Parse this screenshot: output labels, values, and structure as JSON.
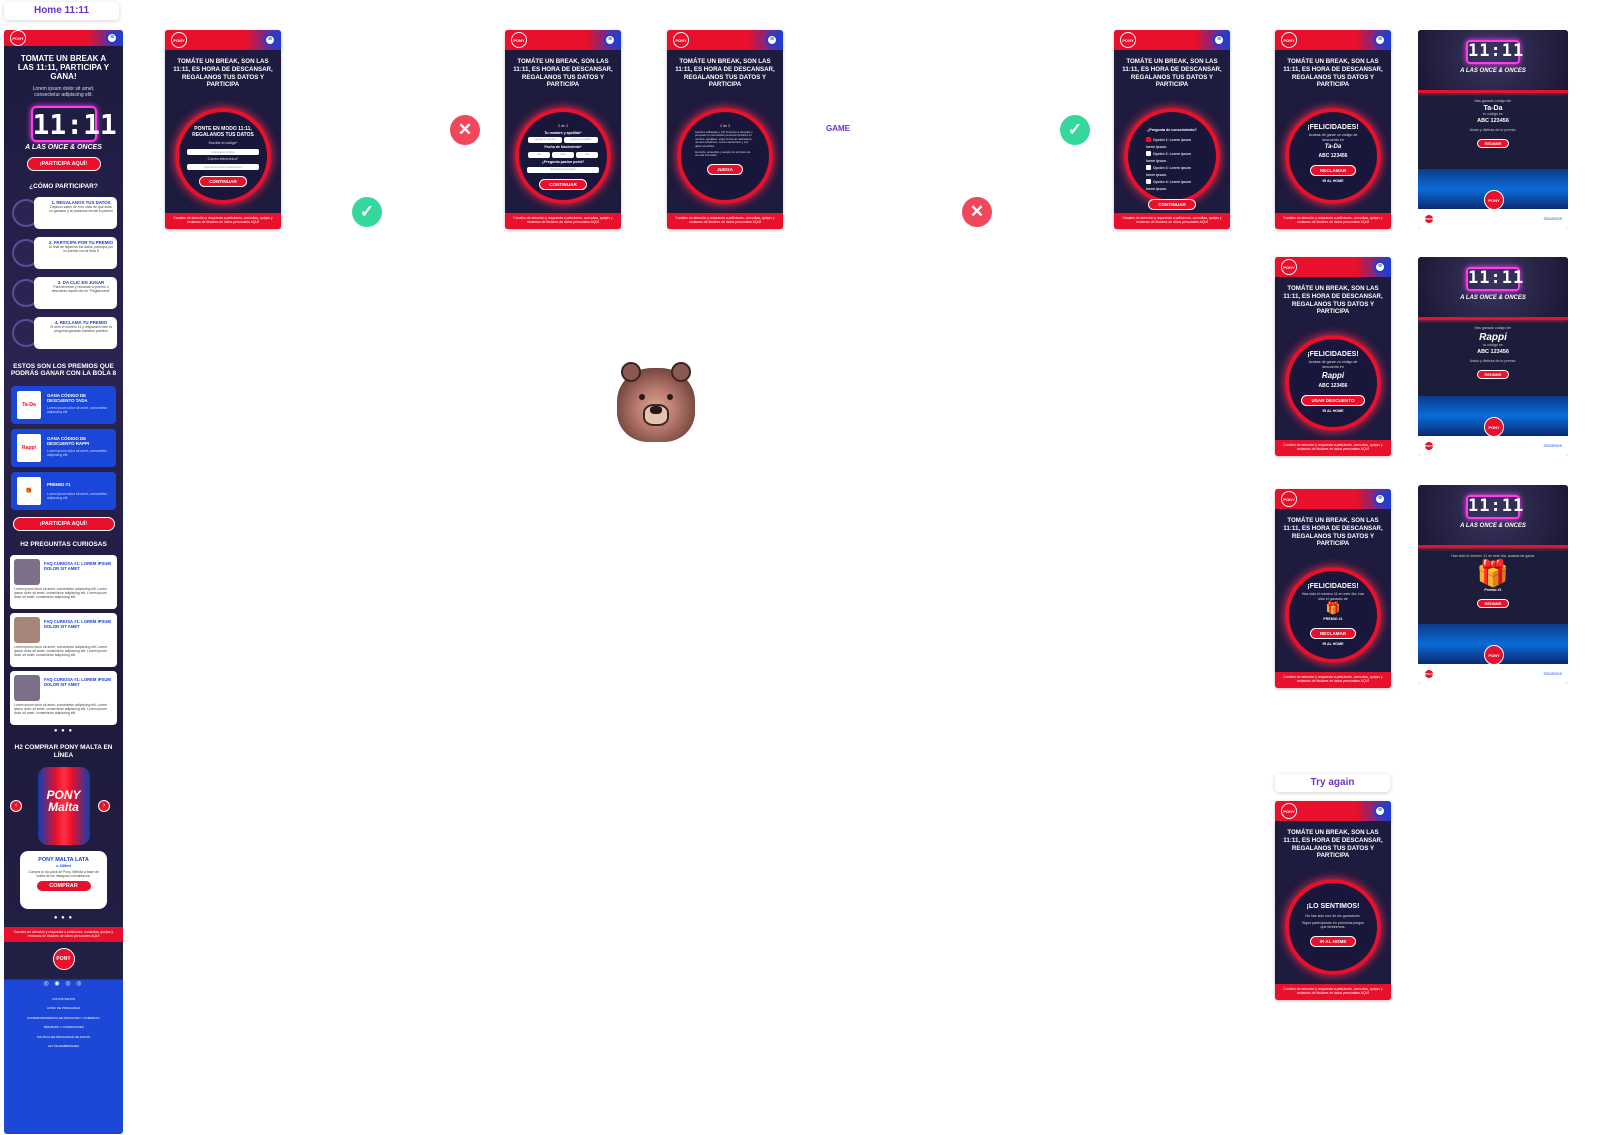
{
  "frames": {
    "home_label": "Home 11:11",
    "try_again_label": "Try again",
    "game_label": "GAME"
  },
  "common": {
    "logo": "PONY",
    "menu_icon": "menu-icon",
    "headline": "TOMÁTE UN BREAK, SON LAS 11:11, ES HORA DE DESCANSAR, REGALANOS TUS DATOS Y PARTICIPA",
    "footer": "Canales de atención y respuesta a peticiones, consultas, quejas y reclamos de titulares de datos personales AQUÍ"
  },
  "home": {
    "title": "TOMATE UN BREAK A LAS 11:11, PARTICIPA Y GANA!",
    "subtitle": "Lorem ipsum dolor sit amet, consectetur adipiscing elit.",
    "clock": "11:11",
    "clock_caption": "A LAS ONCE & ONCES",
    "cta": "¡PARTICIPA AQUÍ!",
    "how_title": "¿CÓMO PARTICIPAR?",
    "steps": [
      {
        "title": "1. REGALANOS TUS DATOS",
        "desc": "Déjanos saber de ti en caso de que seas un ganador y te podamos enviar tu premio"
      },
      {
        "title": "2. PARTICIPA POR TU PREMIO",
        "desc": "Al final de dejarnos tus datos, participa por un premio con la Bola 8"
      },
      {
        "title": "3. DA CLIC EN JUGAR",
        "desc": "Para terminar y reclamar tu premio o descuento dando clic en \"Reglaloneos\""
      },
      {
        "title": "4. RECLAMA TU PREMIO",
        "desc": "Si eres el número 11 y respondes bien la pregunta ganarás nuestros premios"
      }
    ],
    "prizes_title": "ESTOS SON LOS PREMIOS QUE PODRÁS GANAR CON LA BOLA 8",
    "prizes": [
      {
        "title": "GANA CÓDIGO DE DESCUENTO TADA",
        "desc": "Lorem ipsum dolor sit amet, consectetur adipiscing elit.",
        "thumb": "Ta-Da"
      },
      {
        "title": "GANA CÓDIGO DE DESCUENTO RAPPI",
        "desc": "Lorem ipsum dolor sit amet, consectetur adipiscing elit.",
        "thumb": "Rappi"
      },
      {
        "title": "PREMIO #1",
        "desc": "Lorem ipsum dolor sit amet, consectetur adipiscing elit.",
        "thumb": "🎁"
      }
    ],
    "cta2": "¡PARTICIPA AQUÍ!",
    "faq_title": "H2 PREGUNTAS CURIOSAS",
    "faqs": [
      {
        "title": "FAQ CURIOSA #1: LOREM IPSUM DOLOR SIT AMET",
        "desc": "Lorem ipsum dolor sit amet, consectetur adipiscing elit. Lorem ipsum dolor sit amet, consectetur adipiscing elit, Lorem ipsum dolor sit amet, consectetur adipiscing elit."
      },
      {
        "title": "FAQ CURIOSA #1: LOREM IPSUM DOLOR SIT AMET",
        "desc": "Lorem ipsum dolor sit amet, consectetur adipiscing elit. Lorem ipsum dolor sit amet, consectetur adipiscing elit, Lorem ipsum dolor sit amet, consectetur adipiscing elit."
      },
      {
        "title": "FAQ CURIOSA #1: LOREM IPSUM DOLOR SIT AMET",
        "desc": "Lorem ipsum dolor sit amet, consectetur adipiscing elit. Lorem ipsum dolor sit amet, consectetur adipiscing elit, Lorem ipsum dolor sit amet, consectetur adipiscing elit."
      }
    ],
    "buy_title": "H2 COMPRAR PONY MALTA EN LÍNEA",
    "can_label": "PONY Malta",
    "product_name": "PONY MALTA LATA",
    "product_size": "x 330ml",
    "product_desc": "Compra tu six-pack de Pony. Bebida a base de malta de los halagoes colombianos.",
    "buy_button": "COMPRAR",
    "footer": "Canales de atención y respuesta a peticiones, consultas, quejas y reclamos de titulares de datos personales AQUÍ",
    "footer_links": [
      "CONTÁCTENOS",
      "AVISO DE PRIVACIDAD",
      "SUPERINTENDENCIA DE INDUSTRIA Y COMERCIO",
      "TÉRMINOS Y CONDICIONES",
      "POLÍTICA DE PRIVACIDAD DE DATOS",
      "LEY DE EMBRIAGUEZ"
    ]
  },
  "screens": {
    "form1": {
      "title": "PONTE EN MODO 11:11, REGALANOS TUS DATOS",
      "code_label": "Escribe el código*",
      "code_placeholder": "Ingresa tu código",
      "email_label": "Correo electrónico*",
      "email_placeholder": "Ingresa tu correo electrónico",
      "button": "CONTINUAR"
    },
    "form2": {
      "step": "2 de 3",
      "name_label": "Tu nombre y apellido*",
      "name_ph": "Ingresa tu nombre",
      "last_ph": "Ingresa tu apellido",
      "birth_label": "Fecha de Nacimiento*",
      "day": "Día",
      "month": "Mes",
      "year": "Año",
      "passion_label": "¿Pregunta pasion point?",
      "passion_ph": "Selecciona una opción",
      "button": "CONTINUAR"
    },
    "form3": {
      "step": "3 de 3",
      "terms": "Autorizo a Bavaria y CN Ventures a recopilar y procesar mi información personal incluidos mi nombre, apellidos, edad, fecha de nacimiento, número telefónico, correo electrónico y sus datos sensibles",
      "terms2": "He leído, entendido y acepto los términos de uso del micrositio.",
      "button": "JUEGA"
    },
    "quiz": {
      "title": "¿Pregunta de conocimiento?",
      "options": [
        "Opción 1: Lorem ipsum lorem ipsum.",
        "Opción 2: Lorem ipsum lorem ipsum.",
        "Opción 3: Lorem ipsum lorem ipsum.",
        "Opción 4: Lorem ipsum lorem ipsum."
      ],
      "button": "CONTINUAR"
    },
    "win_tada": {
      "title": "¡FELICIDADES!",
      "sub": "Acabas de ganar un código de descuento en",
      "brand": "Ta-Da",
      "code": "ABC 123456",
      "button": "RECLAMAR",
      "link": "IR AL HOME"
    },
    "win_rappi": {
      "title": "¡FELICIDADES!",
      "sub": "Acabas de ganar un código de descuento en",
      "brand": "Rappi",
      "code": "ABC 123456",
      "button": "USAR DESCUENTO",
      "link": "IR AL HOME"
    },
    "win_prize": {
      "title": "¡FELICIDADES!",
      "sub": "Has sido el número 11 en este día, has sido el ganador de",
      "brand": "PREMIO #1",
      "button": "RECLAMAR",
      "link": "IR AL HOME"
    },
    "lose": {
      "title": "¡LO SENTIMOS!",
      "sub": "No has sido uno de los ganadores.",
      "sub2": "Sigue participando en próximos juegos que tendremos.",
      "button": "IR AL HOME"
    }
  },
  "results": {
    "clock": "11:11",
    "caption": "A LAS ONCE & ONCES",
    "tada": {
      "won": "Has ganado código de:",
      "brand": "Ta-Da",
      "code_label": "tu código es",
      "code": "ABC 123456",
      "note": "Usalo y disfruta de tu premio.",
      "button": "REDIMIR"
    },
    "rappi": {
      "won": "Has ganado código de:",
      "brand": "Rappi",
      "code_label": "tu código es",
      "code": "ABC 123456",
      "note": "Usalo y disfruta de tu premio.",
      "button": "REDIMIR"
    },
    "prize": {
      "won": "Has sido el número 11 en este día, acabas de ganar",
      "brand": "Premio #1",
      "button": "REDIMIR"
    },
    "bottom": "PONY",
    "bottom_link": "SÍGUENOS"
  },
  "status": {
    "ok": "✓",
    "no": "✕"
  },
  "colors": {
    "red": "#e8102a",
    "blue": "#1940d6",
    "ok": "#36d79c",
    "no": "#f0475a",
    "label": "#6b34c9"
  }
}
